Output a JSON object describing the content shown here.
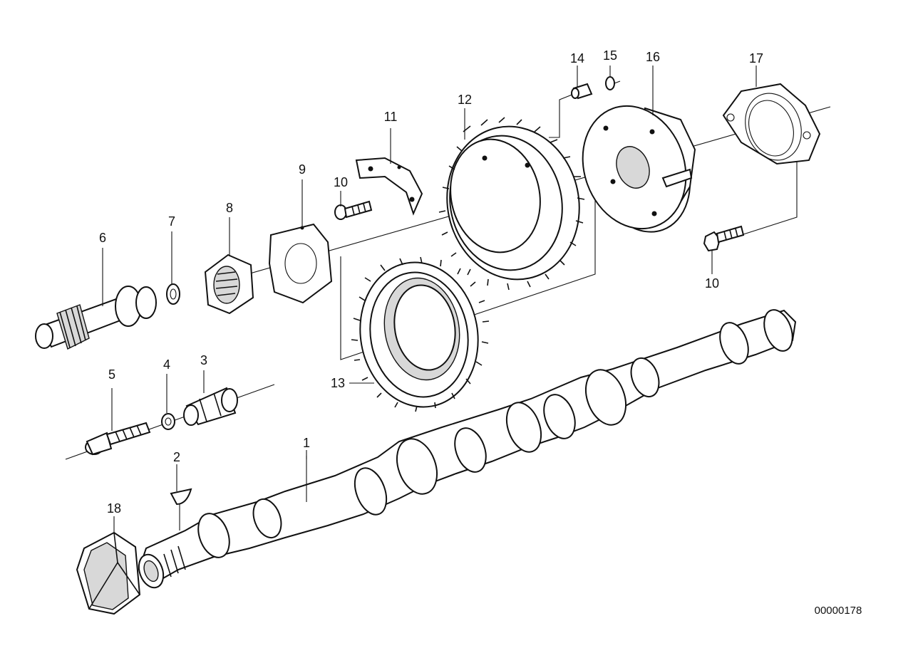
{
  "labels": {
    "n1": "1",
    "n2": "2",
    "n3": "3",
    "n4": "4",
    "n5": "5",
    "n6": "6",
    "n7": "7",
    "n8": "8",
    "n9": "9",
    "n10a": "10",
    "n10b": "10",
    "n11": "11",
    "n12": "12",
    "n13": "13",
    "n14": "14",
    "n15": "15",
    "n16": "16",
    "n17": "17",
    "n18": "18"
  },
  "diagram_code": "00000178"
}
